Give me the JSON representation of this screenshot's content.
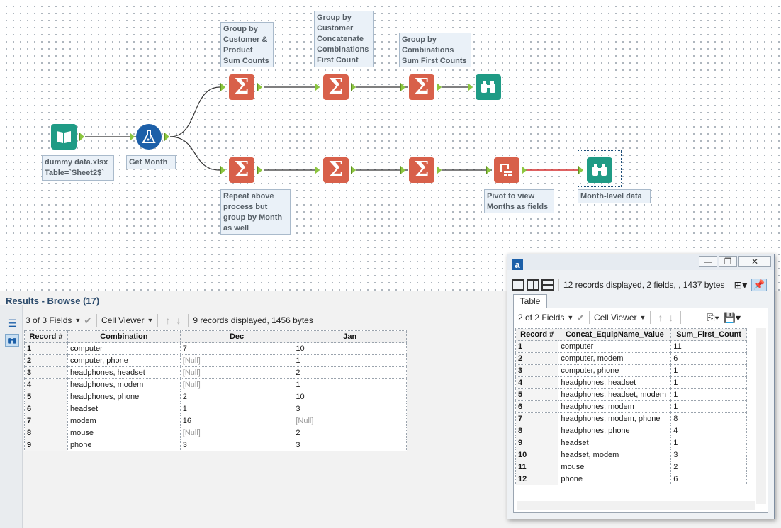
{
  "workflow": {
    "annotations": {
      "group_cust_product": "Group by\nCustomer &\nProduct\nSum Counts",
      "group_cust_concat": "Group by\nCustomer\nConcatenate\nCombinations\nFirst Count",
      "group_combinations": "Group by\nCombinations\nSum First Counts",
      "repeat_note": "Repeat above\nprocess but\ngroup by Month\nas well",
      "input_label": "dummy data.xlsx\nTable=`Sheet2$`",
      "formula_label": "Get Month",
      "pivot_label": "Pivot to view\nMonths as fields",
      "browse2_label": "Month-level data"
    },
    "sum_symbol": "Σ",
    "icons": [
      "book-icon",
      "flask-icon",
      "sigma-icon",
      "binoculars-icon",
      "pivot-icon"
    ]
  },
  "results": {
    "title": "Results - Browse (17)",
    "toolbar": {
      "fields": "3 of 3 Fields",
      "viewer": "Cell Viewer",
      "status": "9 records displayed, 1456 bytes"
    },
    "columns": [
      "Record #",
      "Combination",
      "Dec",
      "Jan"
    ],
    "rows": [
      [
        "1",
        "computer",
        "7",
        "10"
      ],
      [
        "2",
        "computer, phone",
        "[Null]",
        "1"
      ],
      [
        "3",
        "headphones, headset",
        "[Null]",
        "2"
      ],
      [
        "4",
        "headphones, modem",
        "[Null]",
        "1"
      ],
      [
        "5",
        "headphones, phone",
        "2",
        "10"
      ],
      [
        "6",
        "headset",
        "1",
        "3"
      ],
      [
        "7",
        "modem",
        "16",
        "[Null]"
      ],
      [
        "8",
        "mouse",
        "[Null]",
        "2"
      ],
      [
        "9",
        "phone",
        "3",
        "3"
      ]
    ]
  },
  "float_window": {
    "logo": "a",
    "status": "12 records displayed, 2 fields, , 1437 bytes",
    "tab": "Table",
    "toolbar": {
      "fields": "2 of 2 Fields",
      "viewer": "Cell Viewer"
    },
    "columns": [
      "Record #",
      "Concat_EquipName_Value",
      "Sum_First_Count"
    ],
    "rows": [
      [
        "1",
        "computer",
        "11"
      ],
      [
        "2",
        "computer, modem",
        "6"
      ],
      [
        "3",
        "computer, phone",
        "1"
      ],
      [
        "4",
        "headphones, headset",
        "1"
      ],
      [
        "5",
        "headphones, headset, modem",
        "1"
      ],
      [
        "6",
        "headphones, modem",
        "1"
      ],
      [
        "7",
        "headphones, modem, phone",
        "8"
      ],
      [
        "8",
        "headphones, phone",
        "4"
      ],
      [
        "9",
        "headset",
        "1"
      ],
      [
        "10",
        "headset, modem",
        "3"
      ],
      [
        "11",
        "mouse",
        "2"
      ],
      [
        "12",
        "phone",
        "6"
      ]
    ]
  }
}
